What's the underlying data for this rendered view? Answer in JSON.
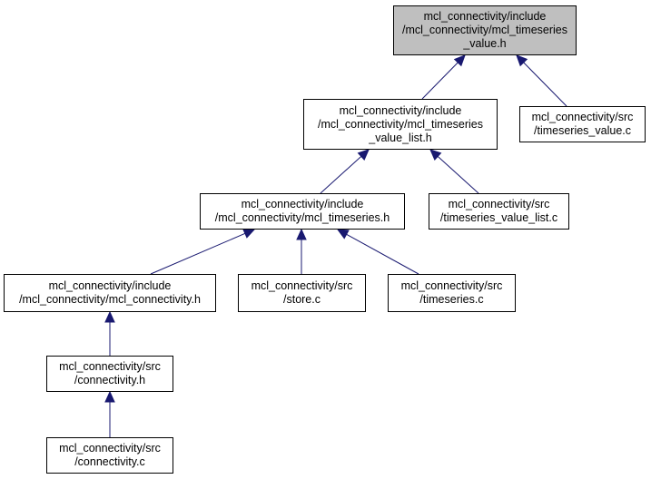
{
  "colors": {
    "edge": "#191970",
    "node_border": "#000000",
    "node_fill": "#ffffff",
    "current_fill": "#bfbfbf"
  },
  "nodes": [
    {
      "id": "mcl_timeseries_value_h",
      "current": true,
      "lines": [
        "mcl_connectivity/include",
        "/mcl_connectivity/mcl_timeseries",
        "_value.h"
      ]
    },
    {
      "id": "mcl_timeseries_value_list_h",
      "current": false,
      "lines": [
        "mcl_connectivity/include",
        "/mcl_connectivity/mcl_timeseries",
        "_value_list.h"
      ]
    },
    {
      "id": "timeseries_value_c",
      "current": false,
      "lines": [
        "mcl_connectivity/src",
        "/timeseries_value.c"
      ]
    },
    {
      "id": "mcl_timeseries_h",
      "current": false,
      "lines": [
        "mcl_connectivity/include",
        "/mcl_connectivity/mcl_timeseries.h"
      ]
    },
    {
      "id": "timeseries_value_list_c",
      "current": false,
      "lines": [
        "mcl_connectivity/src",
        "/timeseries_value_list.c"
      ]
    },
    {
      "id": "mcl_connectivity_h",
      "current": false,
      "lines": [
        "mcl_connectivity/include",
        "/mcl_connectivity/mcl_connectivity.h"
      ]
    },
    {
      "id": "store_c",
      "current": false,
      "lines": [
        "mcl_connectivity/src",
        "/store.c"
      ]
    },
    {
      "id": "timeseries_c",
      "current": false,
      "lines": [
        "mcl_connectivity/src",
        "/timeseries.c"
      ]
    },
    {
      "id": "connectivity_h",
      "current": false,
      "lines": [
        "mcl_connectivity/src",
        "/connectivity.h"
      ]
    },
    {
      "id": "connectivity_c",
      "current": false,
      "lines": [
        "mcl_connectivity/src",
        "/connectivity.c"
      ]
    }
  ],
  "edges": [
    {
      "from": "mcl_timeseries_value_list_h",
      "to": "mcl_timeseries_value_h"
    },
    {
      "from": "timeseries_value_c",
      "to": "mcl_timeseries_value_h"
    },
    {
      "from": "mcl_timeseries_h",
      "to": "mcl_timeseries_value_list_h"
    },
    {
      "from": "timeseries_value_list_c",
      "to": "mcl_timeseries_value_list_h"
    },
    {
      "from": "mcl_connectivity_h",
      "to": "mcl_timeseries_h"
    },
    {
      "from": "store_c",
      "to": "mcl_timeseries_h"
    },
    {
      "from": "timeseries_c",
      "to": "mcl_timeseries_h"
    },
    {
      "from": "connectivity_h",
      "to": "mcl_connectivity_h"
    },
    {
      "from": "connectivity_c",
      "to": "connectivity_h"
    }
  ]
}
